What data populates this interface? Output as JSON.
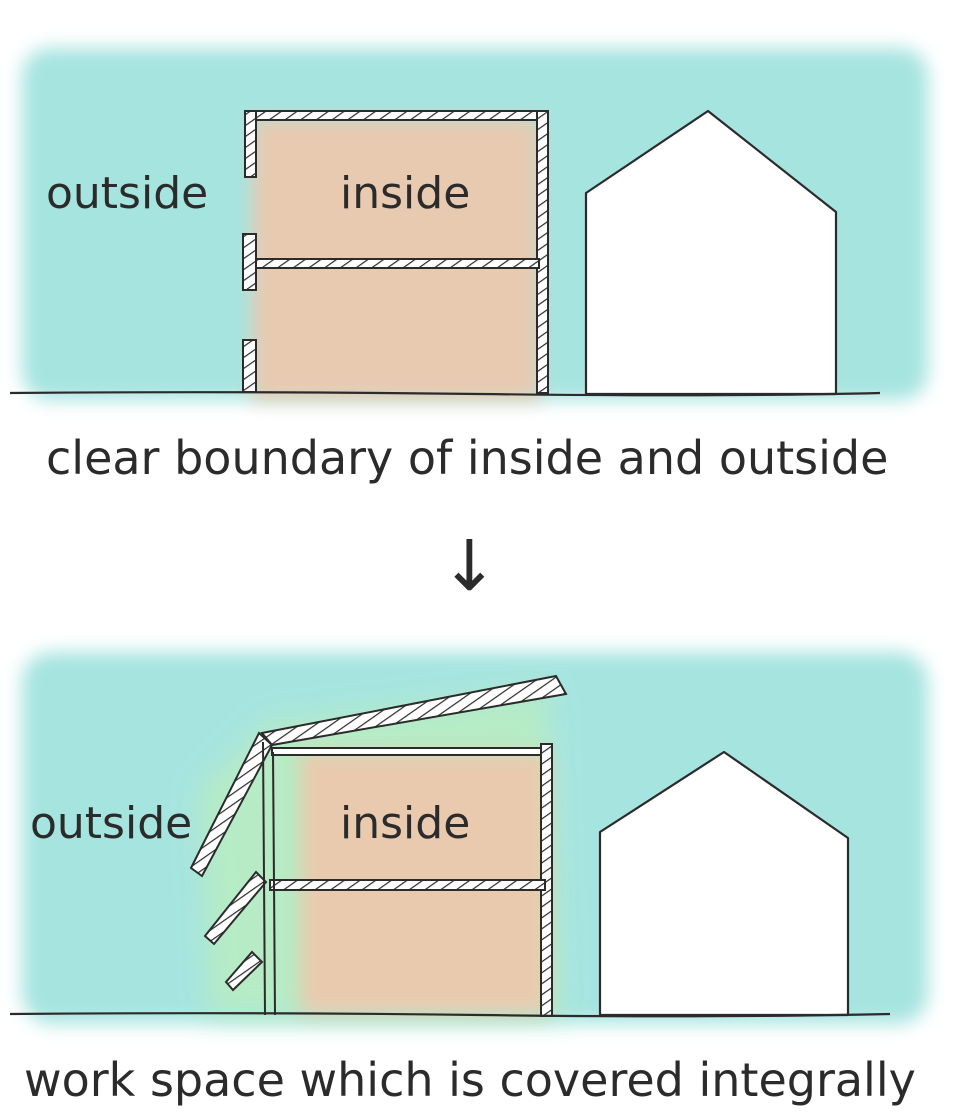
{
  "top_panel": {
    "outside_label": "outside",
    "inside_label": "inside",
    "caption": "clear boundary of inside and outside"
  },
  "arrow": "↓",
  "bottom_panel": {
    "outside_label": "outside",
    "inside_label": "inside",
    "caption": "work space which is covered integrally"
  },
  "colors": {
    "outside_fill": "#a6e4e0",
    "inside_fill": "#ecc9ae",
    "transition_fill": "#b7ecc4",
    "ink": "#2b2b2b",
    "neighbor_house_fill": "#ffffff"
  }
}
